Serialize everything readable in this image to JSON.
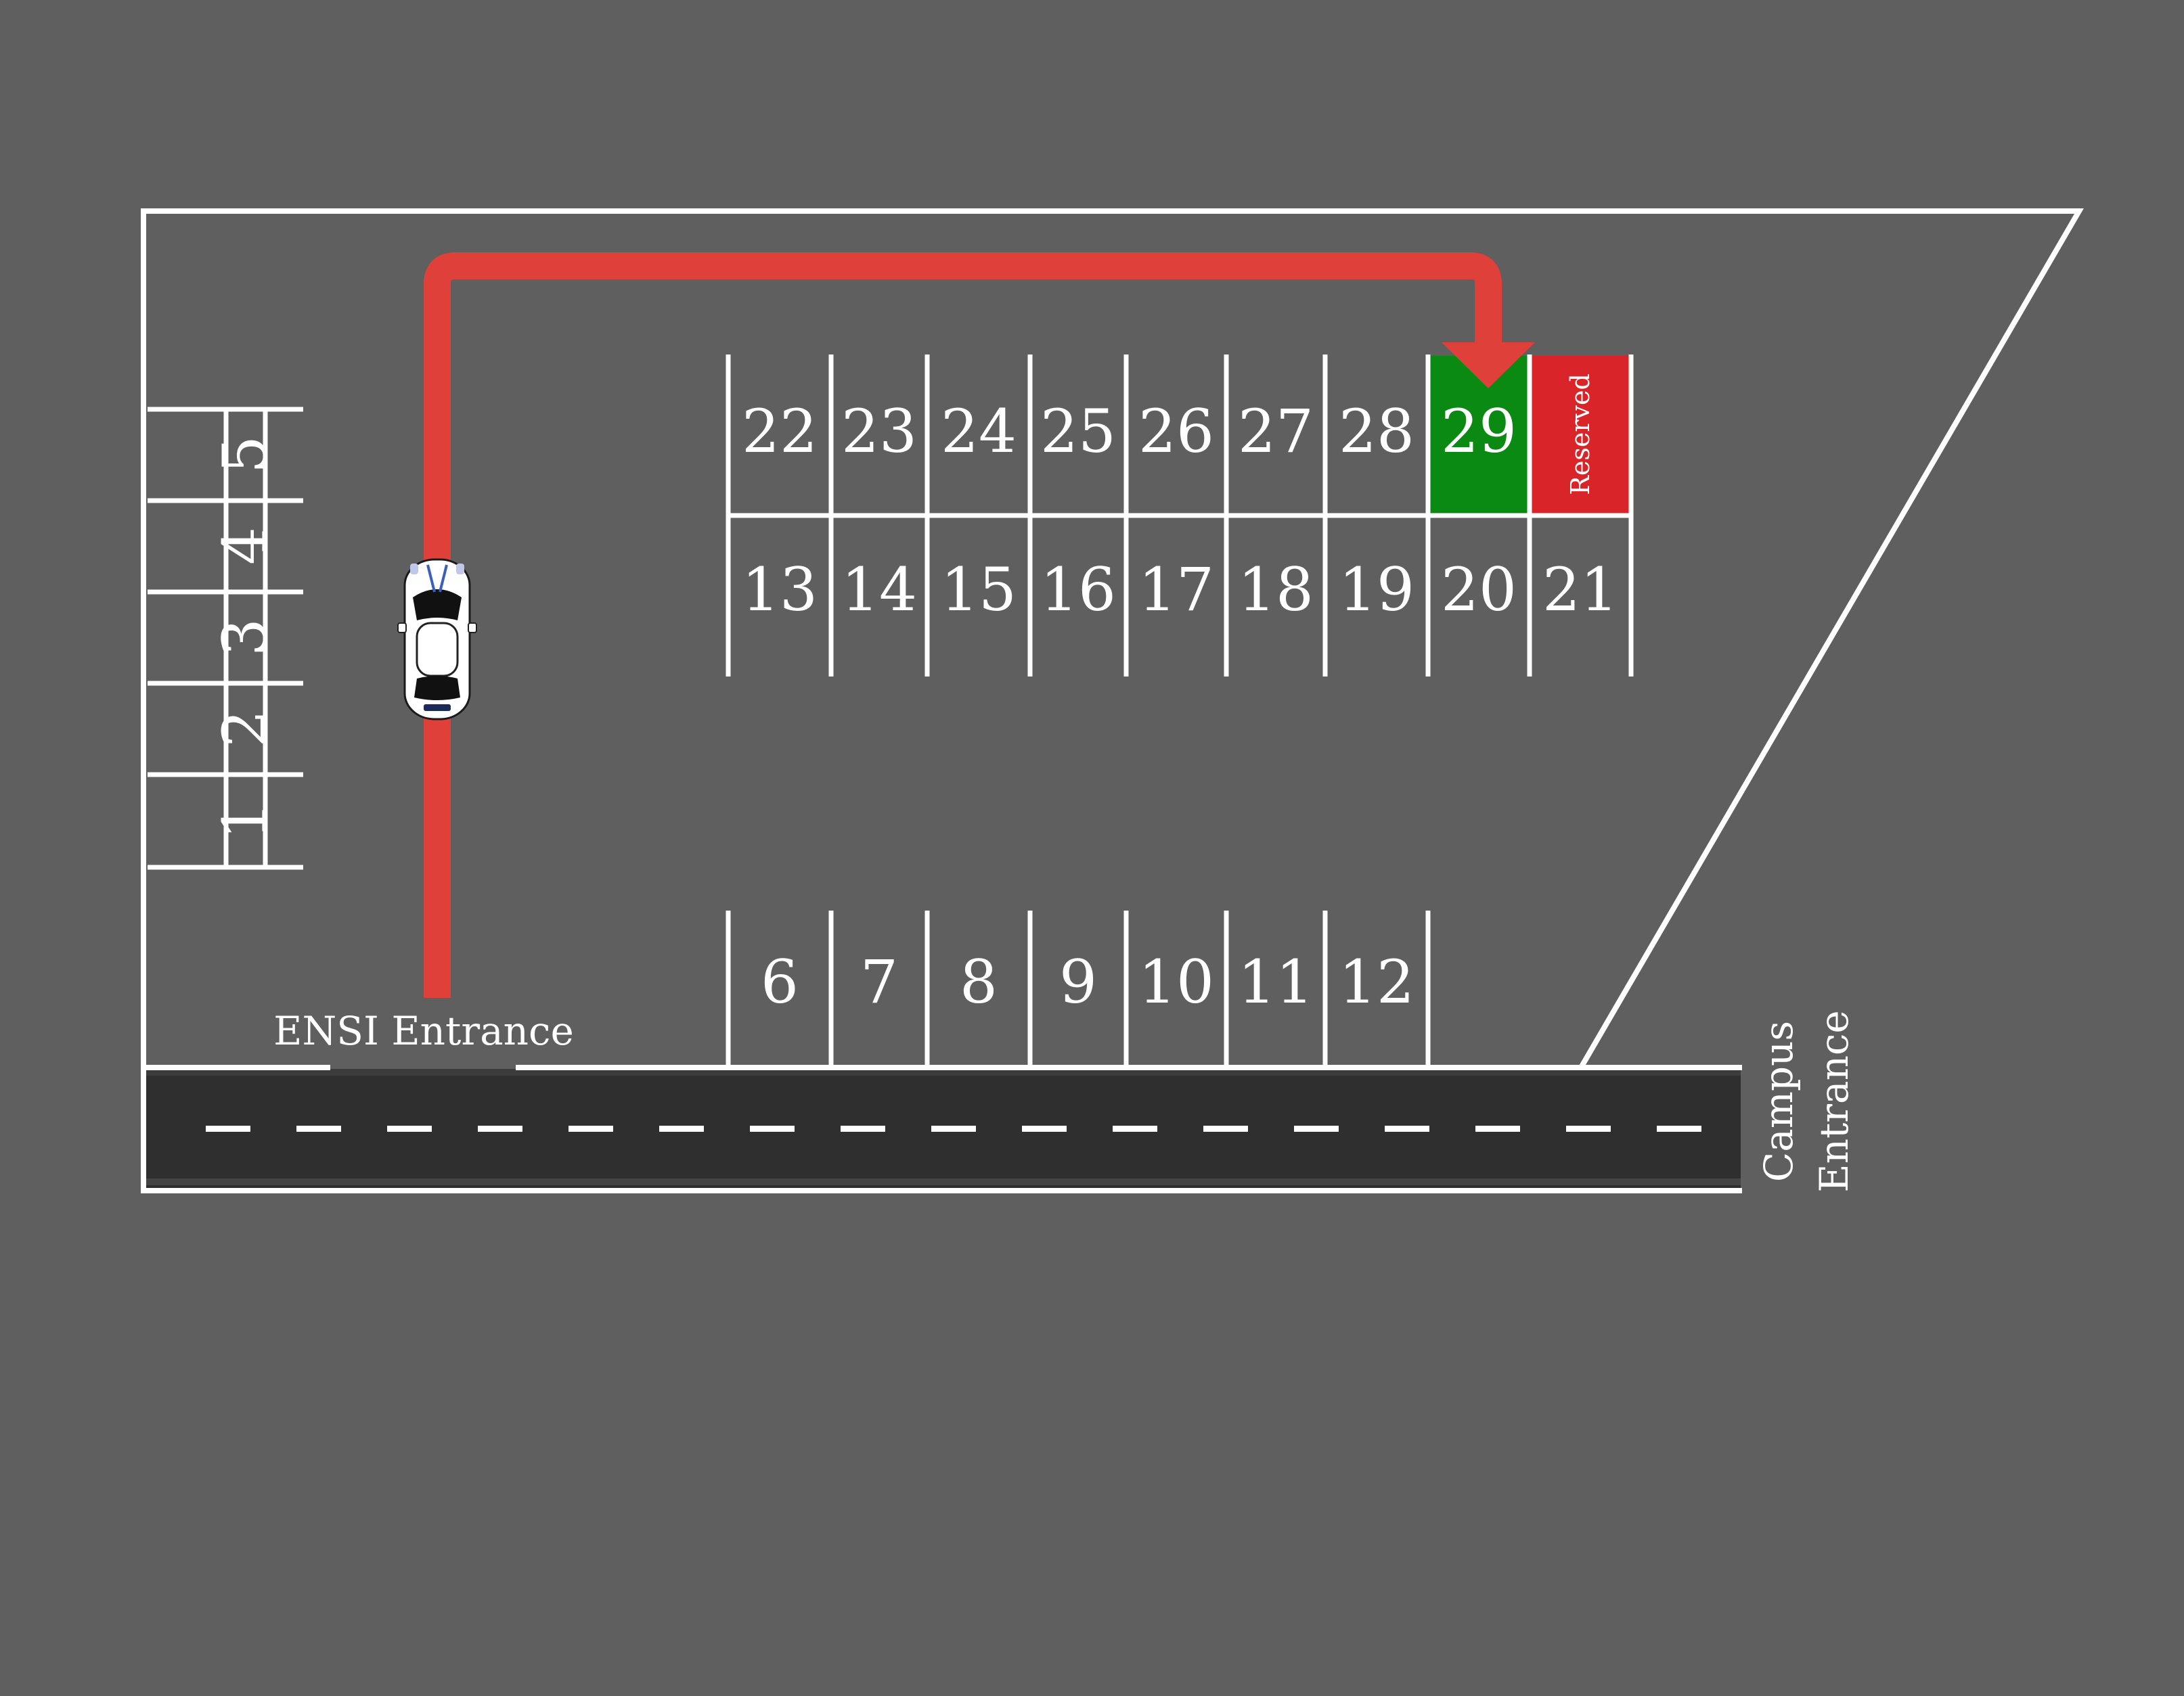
{
  "colors": {
    "background": "#5f5f5f",
    "lines": "#ffffff",
    "route": "#e0403a",
    "road": "#2f2f2f",
    "available_spot": "#0a8a12",
    "reserved_spot": "#d9252a"
  },
  "labels": {
    "ensi_entrance": "ENSI Entrance",
    "campus_entrance_line1": "Campus",
    "campus_entrance_line2": "Entrance",
    "reserved": "Reserved"
  },
  "spots": {
    "left_column": [
      "1",
      "2",
      "3",
      "4",
      "5"
    ],
    "top_row": [
      "22",
      "23",
      "24",
      "25",
      "26",
      "27",
      "28",
      "29"
    ],
    "middle_row": [
      "13",
      "14",
      "15",
      "16",
      "17",
      "18",
      "19",
      "20",
      "21"
    ],
    "bottom_row": [
      "6",
      "7",
      "8",
      "9",
      "10",
      "11",
      "12"
    ]
  },
  "highlight": {
    "target_spot": "29",
    "reserved_spot_status": "Reserved"
  },
  "icons": {
    "vehicle": "car-topview-icon",
    "route_arrow": "arrow-down-icon"
  }
}
